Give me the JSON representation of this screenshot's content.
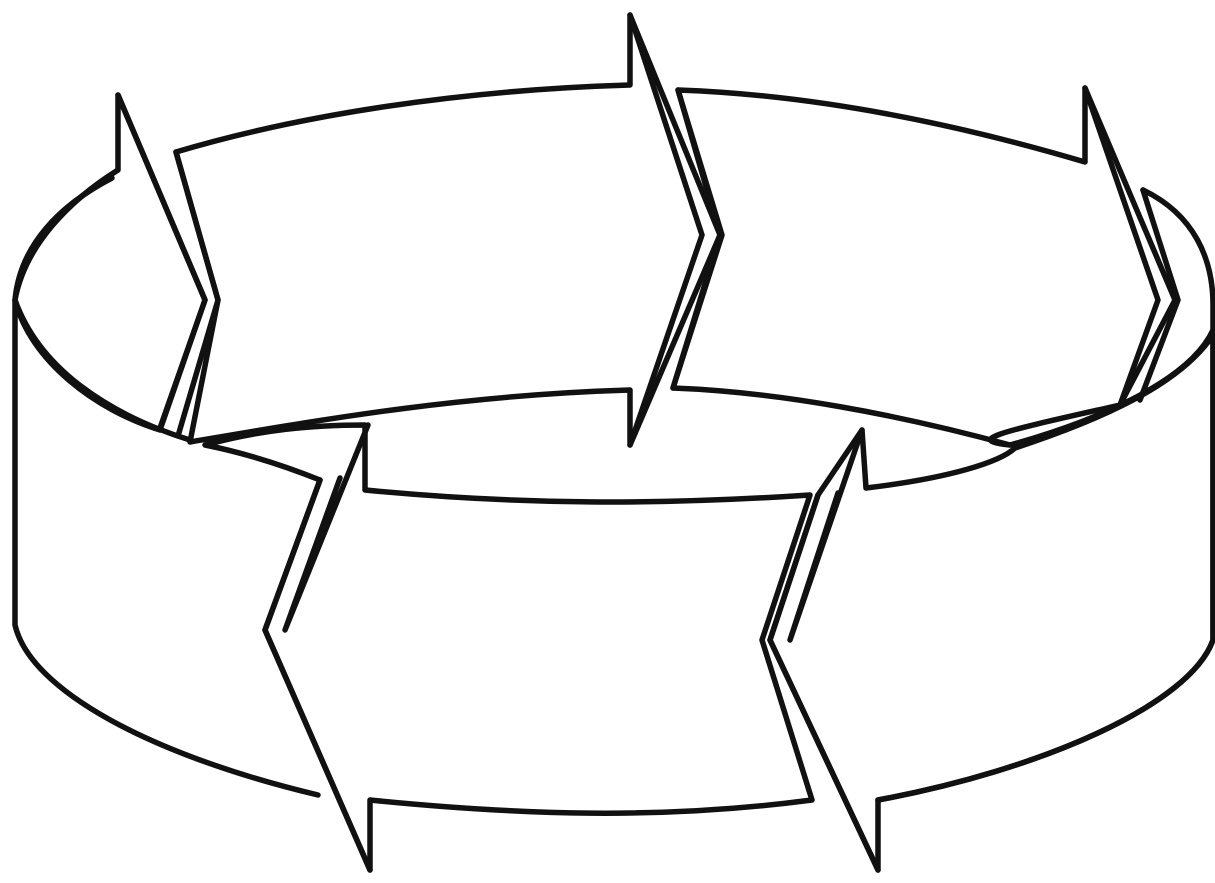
{
  "diagram": {
    "kind": "circular-arrow-band",
    "segments": 5,
    "cycle_direction": "clockwise",
    "colors": {
      "stroke": "#111111",
      "background": "#ffffff"
    }
  }
}
